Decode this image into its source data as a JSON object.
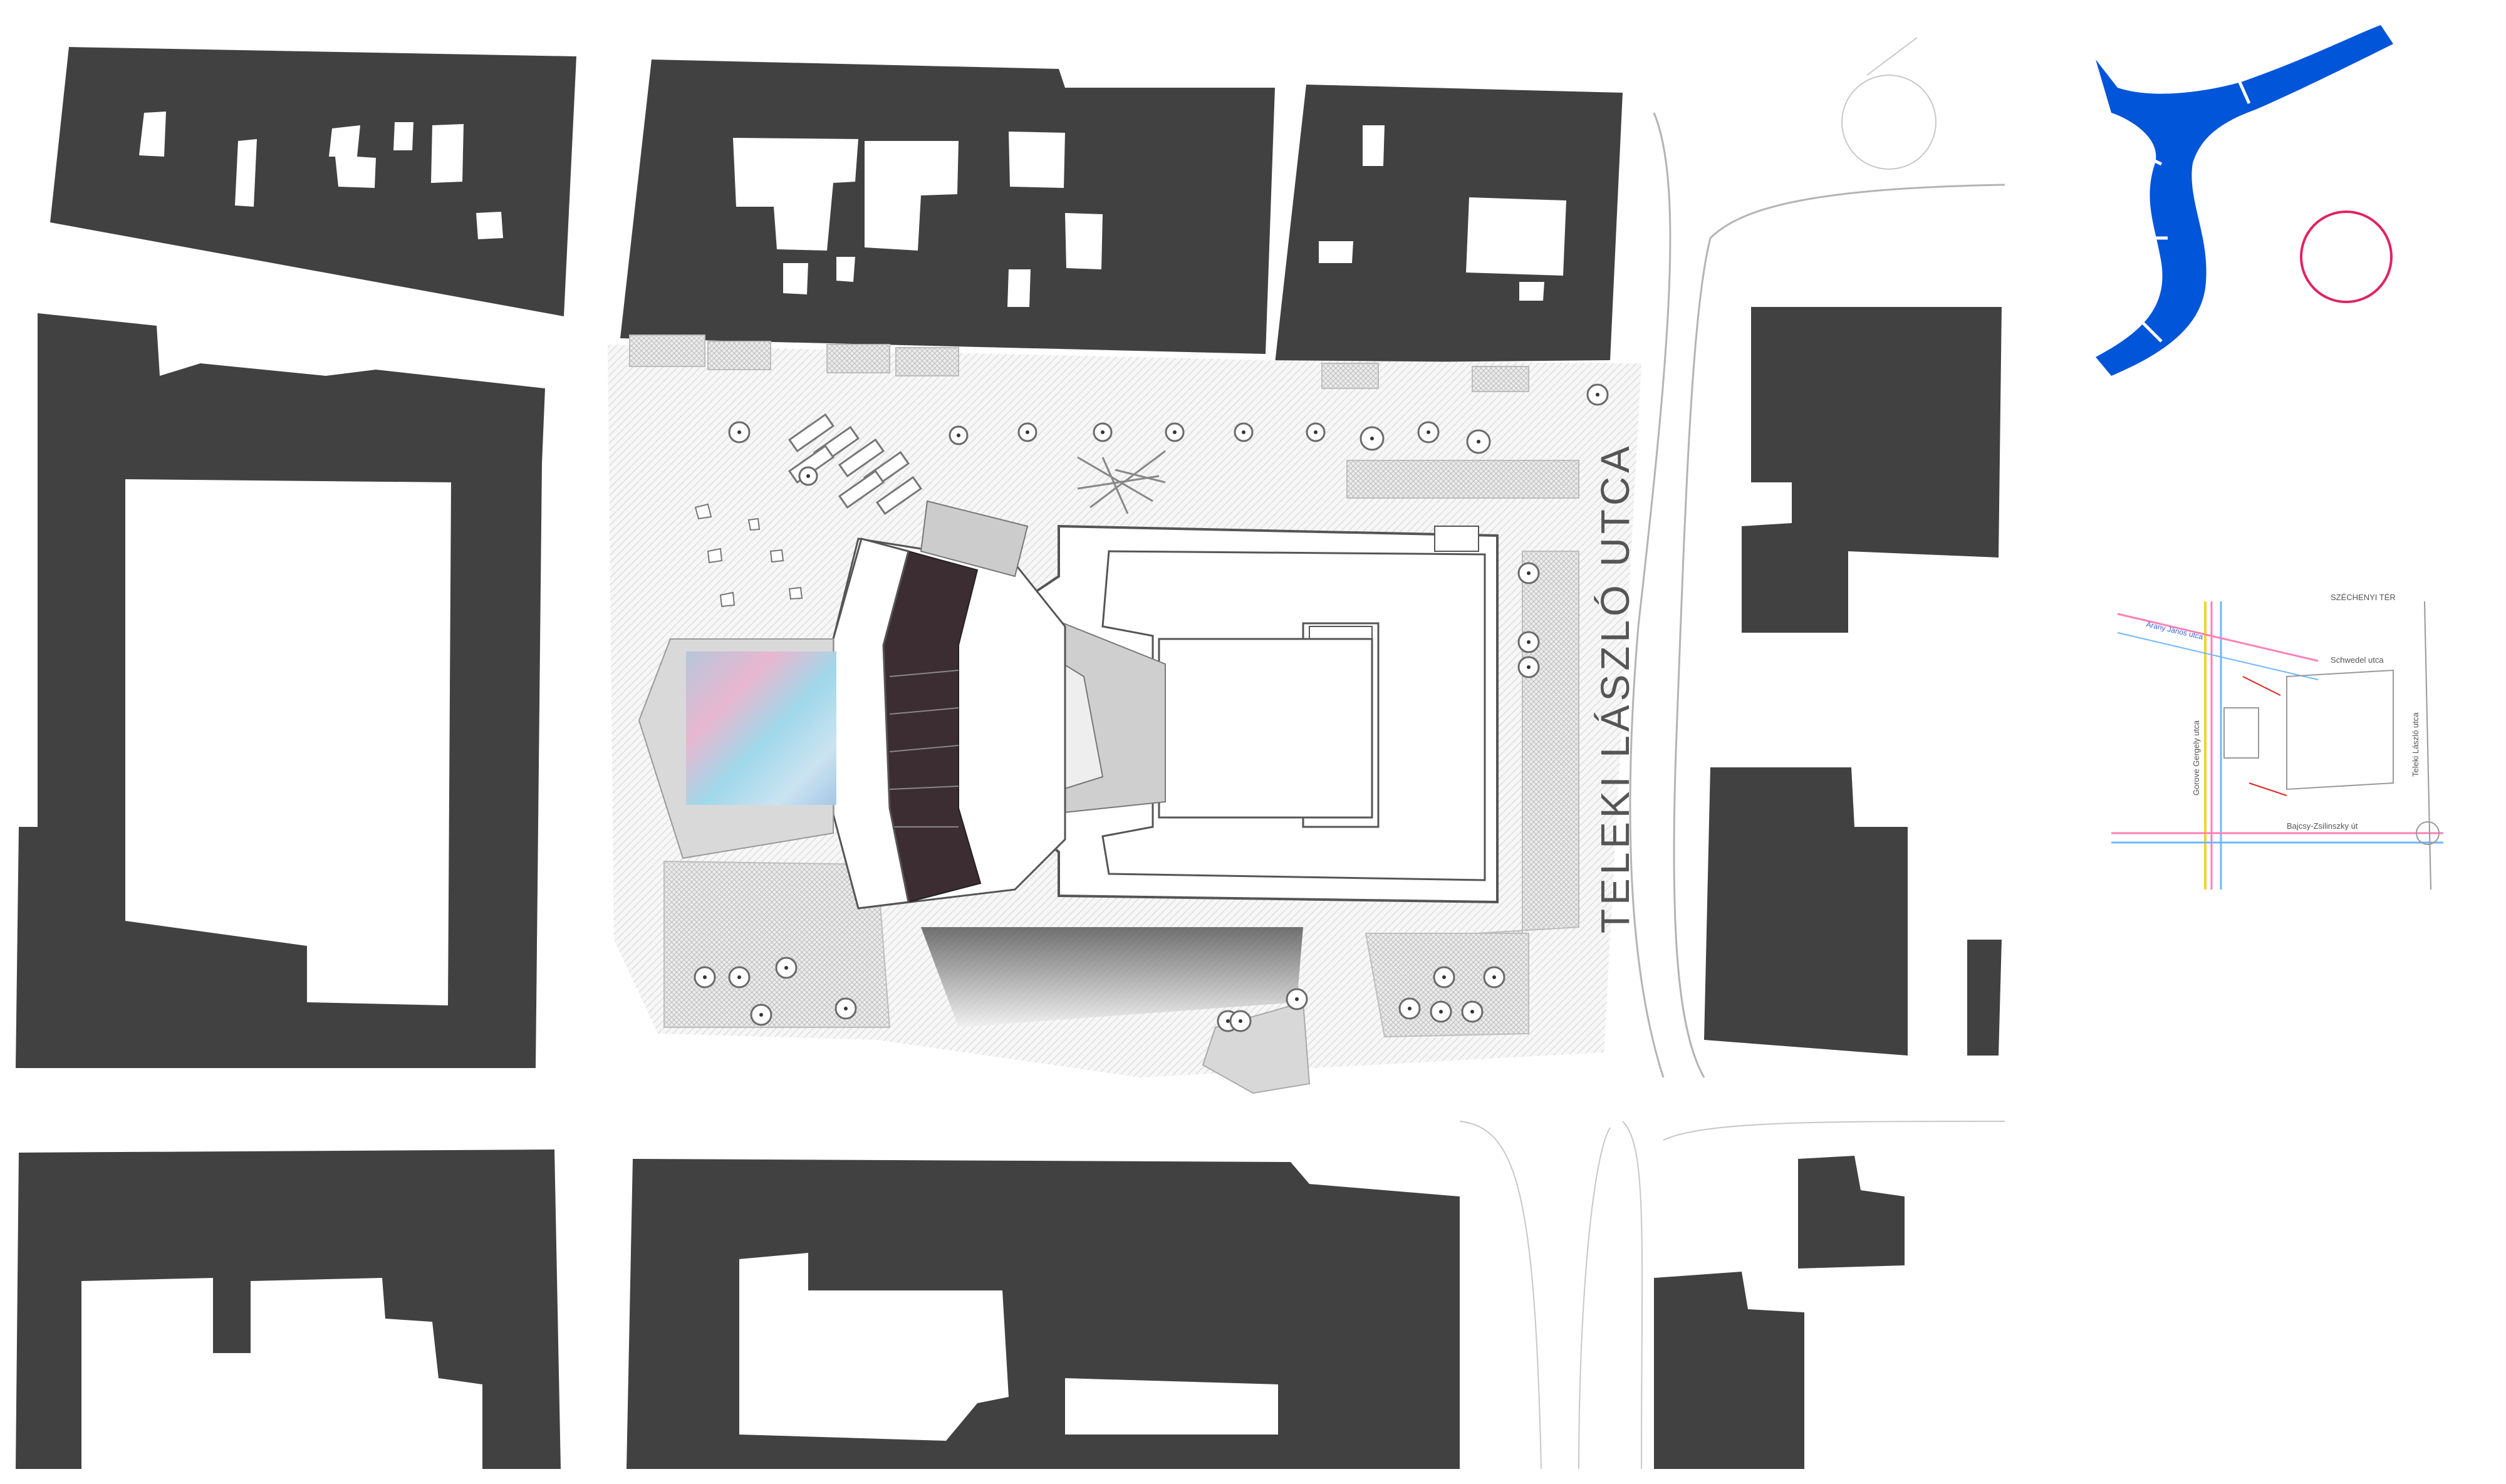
{
  "map": {
    "street_label": "TELEKI LÁSZLÓ UTCA",
    "colors": {
      "buildings": "#414141",
      "river": "#0055d9",
      "site_marker": "#e0245e",
      "background": "#ffffff"
    },
    "location_diagram": {
      "square_label": "SZÉCHENYI TÉR",
      "streets": [
        "Arany János utca",
        "Schwedel utca",
        "Gorove Gergely utca",
        "Teleki László utca",
        "Bajcsy-Zsilinszky út"
      ]
    }
  }
}
